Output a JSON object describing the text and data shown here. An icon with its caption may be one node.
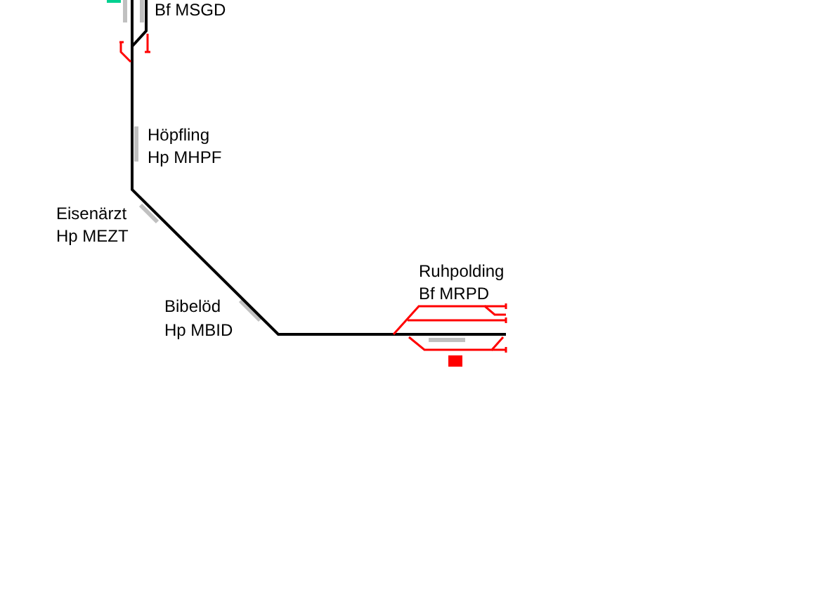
{
  "diagram": {
    "labels": [
      "Bf MSGD",
      "Höpfling",
      "Hp MHPF",
      "Eisenärzt",
      "Hp MEZT",
      "Bibelöd",
      "Hp MBID",
      "Ruhpolding",
      "Bf MRPD"
    ]
  }
}
